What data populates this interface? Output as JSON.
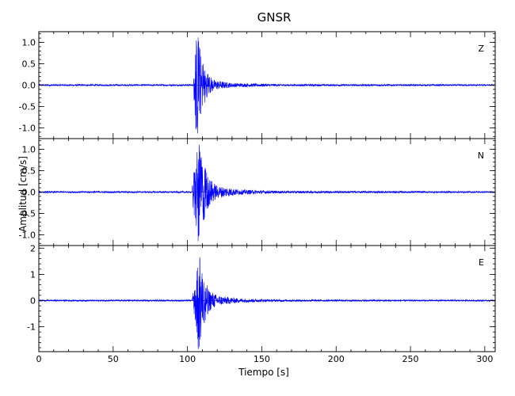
{
  "chart_data": {
    "type": "line",
    "title": "GNSR",
    "xlabel": "Tiempo [s]",
    "ylabel": "Amplitud [cm/s]",
    "xlim": [
      0,
      307
    ],
    "xticks": [
      0,
      50,
      100,
      150,
      200,
      250,
      300
    ],
    "grid": false,
    "color": "#0000ff",
    "panels": [
      {
        "component": "Z",
        "ylim": [
          -1.25,
          1.25
        ],
        "yticks": [
          "1.0",
          "0.5",
          "0.0",
          "-0.5",
          "-1.0"
        ],
        "ytick_values": [
          1.0,
          0.5,
          0.0,
          -0.5,
          -1.0
        ],
        "onset": 105,
        "envelope": [
          [
            0,
            0.02
          ],
          [
            104,
            0.02
          ],
          [
            104.5,
            0.55
          ],
          [
            105.5,
            1.0
          ],
          [
            107,
            1.15
          ],
          [
            108,
            0.9
          ],
          [
            110,
            0.55
          ],
          [
            113,
            0.28
          ],
          [
            118,
            0.12
          ],
          [
            130,
            0.05
          ],
          [
            160,
            0.025
          ],
          [
            307,
            0.018
          ]
        ]
      },
      {
        "component": "N",
        "ylim": [
          -1.25,
          1.25
        ],
        "yticks": [
          "1.0",
          "0.5",
          "0.0",
          "-0.5",
          "-1.0"
        ],
        "ytick_values": [
          1.0,
          0.5,
          0.0,
          -0.5,
          -1.0
        ],
        "onset": 104,
        "envelope": [
          [
            0,
            0.02
          ],
          [
            103,
            0.02
          ],
          [
            104,
            0.45
          ],
          [
            106,
            0.8
          ],
          [
            107.5,
            1.25
          ],
          [
            109,
            0.85
          ],
          [
            111,
            0.65
          ],
          [
            114,
            0.35
          ],
          [
            120,
            0.15
          ],
          [
            135,
            0.06
          ],
          [
            160,
            0.03
          ],
          [
            307,
            0.018
          ]
        ]
      },
      {
        "component": "E",
        "ylim": [
          -1.95,
          2.1
        ],
        "yticks": [
          "2",
          "1",
          "0",
          "-1"
        ],
        "ytick_values": [
          2,
          1,
          0,
          -1
        ],
        "onset": 104,
        "envelope": [
          [
            0,
            0.03
          ],
          [
            103,
            0.03
          ],
          [
            104,
            0.35
          ],
          [
            106,
            1.0
          ],
          [
            107.5,
            2.0
          ],
          [
            109,
            1.3
          ],
          [
            111,
            0.9
          ],
          [
            114,
            0.45
          ],
          [
            120,
            0.2
          ],
          [
            135,
            0.08
          ],
          [
            160,
            0.04
          ],
          [
            307,
            0.025
          ]
        ]
      }
    ]
  }
}
